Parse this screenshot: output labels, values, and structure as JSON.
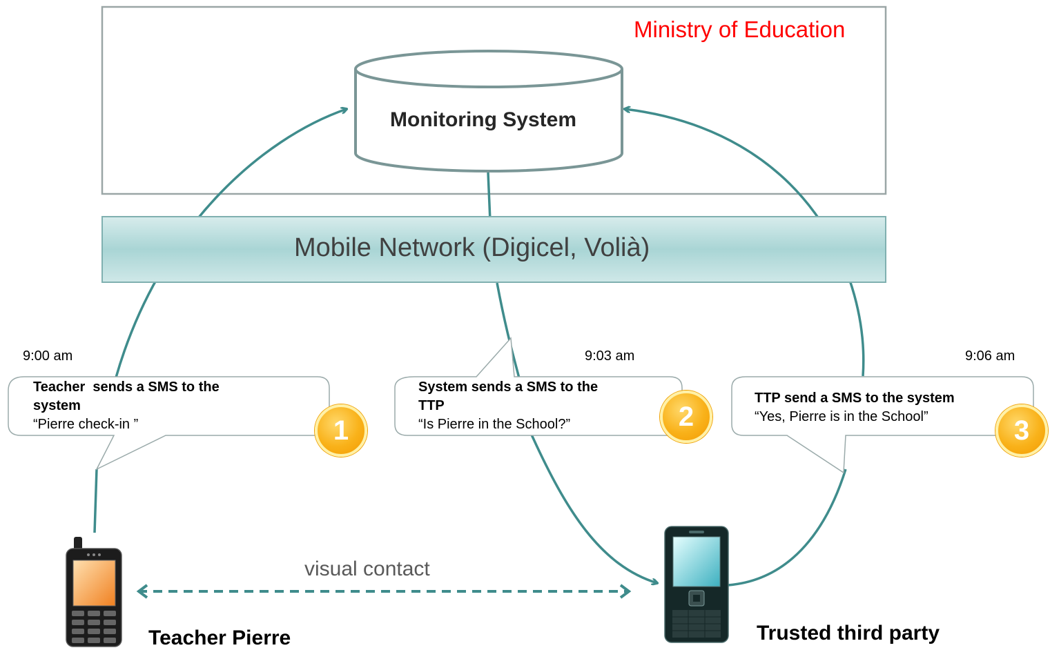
{
  "ministry": {
    "label": "Ministry of Education"
  },
  "monitoring_system": {
    "label": "Monitoring System"
  },
  "network": {
    "label": "Mobile Network (Digicel, Volià)"
  },
  "steps": [
    {
      "number": "1",
      "time": "9:00 am",
      "title_line1": "Teacher  sends a SMS to the",
      "title_line2": "system",
      "message": "“Pierre check-in ”"
    },
    {
      "number": "2",
      "time": "9:03 am",
      "title_line1": "System sends a SMS to the",
      "title_line2": "TTP",
      "message": "“Is Pierre in the School?”"
    },
    {
      "number": "3",
      "time": "9:06 am",
      "title_line1": "TTP send a SMS to the system",
      "message": "“Yes, Pierre is in the School”"
    }
  ],
  "contact": {
    "label": "visual contact"
  },
  "actors": {
    "teacher": "Teacher Pierre",
    "ttp": "Trusted third party"
  },
  "colors": {
    "connector": "#3f8c8c",
    "ministry_text": "#ff0000",
    "badge": "#f9b21a",
    "network_fill": "#b5dcdc"
  }
}
